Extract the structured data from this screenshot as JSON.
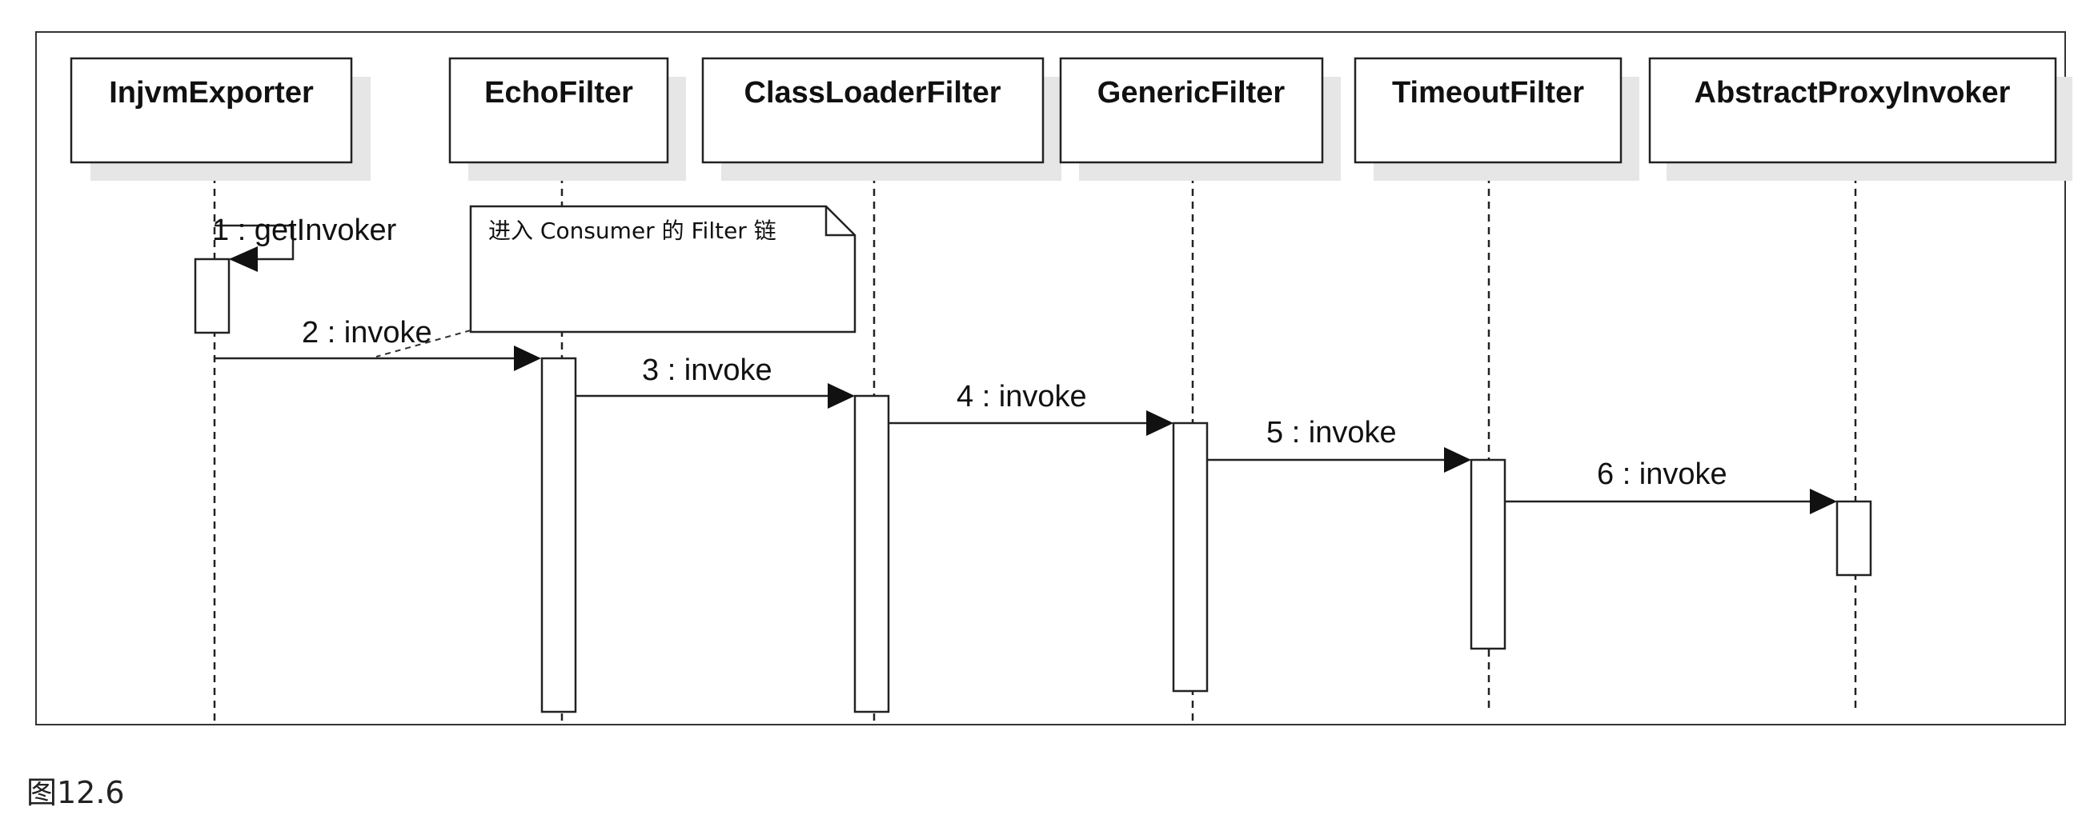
{
  "diagram": {
    "participants": [
      {
        "id": "injvm",
        "label": "InjvmExporter"
      },
      {
        "id": "echo",
        "label": "EchoFilter"
      },
      {
        "id": "classloader",
        "label": "ClassLoaderFilter"
      },
      {
        "id": "generic",
        "label": "GenericFilter"
      },
      {
        "id": "timeout",
        "label": "TimeoutFilter"
      },
      {
        "id": "proxy",
        "label": "AbstractProxyInvoker"
      }
    ],
    "messages": [
      {
        "label": "1 : getInvoker",
        "from": "injvm",
        "to": "injvm",
        "self": true
      },
      {
        "label": "2 : invoke",
        "from": "injvm",
        "to": "echo"
      },
      {
        "label": "3 : invoke",
        "from": "echo",
        "to": "classloader"
      },
      {
        "label": "4 : invoke",
        "from": "classloader",
        "to": "generic"
      },
      {
        "label": "5 : invoke",
        "from": "generic",
        "to": "timeout"
      },
      {
        "label": "6 : invoke",
        "from": "timeout",
        "to": "proxy"
      }
    ],
    "note": {
      "text": "进入 Consumer 的 Filter 链"
    }
  },
  "caption": "图12.6"
}
